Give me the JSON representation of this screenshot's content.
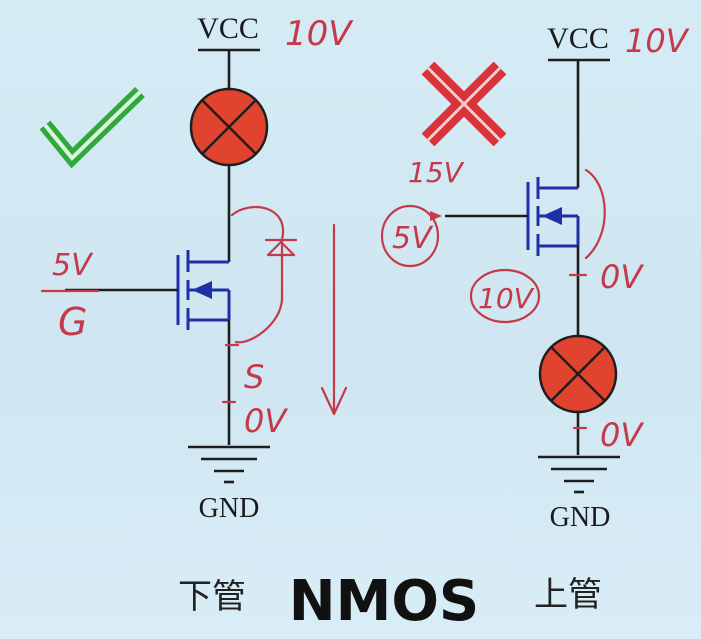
{
  "left_circuit": {
    "supply_label": "VCC",
    "supply_note": "10V",
    "ground_label": "GND",
    "gate_voltage_note": "5V",
    "gate_pin_note": "G",
    "source_pin_note": "S",
    "source_voltage_note": "0V",
    "position_label": "下管",
    "verdict": "correct",
    "verdict_color": "#2eaa3c"
  },
  "right_circuit": {
    "supply_label": "VCC",
    "supply_note": "10V",
    "ground_label": "GND",
    "gate_required_note": "15V",
    "gate_voltage_note": "5V",
    "source_voltage_note": "10V",
    "source_side_note": "0V",
    "ground_side_note": "0V",
    "position_label": "上管",
    "verdict": "incorrect",
    "verdict_color": "#d8323a"
  },
  "title": "NMOS",
  "colors": {
    "lamp_fill": "#e0442e",
    "mosfet": "#1f2fa8",
    "wire": "#1e1e1e",
    "annotation": "#c43a4a"
  }
}
